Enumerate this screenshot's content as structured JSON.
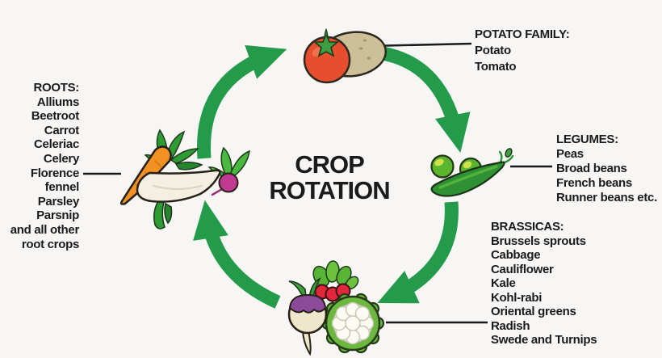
{
  "title": {
    "line1": "CROP",
    "line2": "ROTATION"
  },
  "groups": {
    "potato_family": {
      "header": "POTATO FAMILY:",
      "items": [
        "Potato",
        "Tomato"
      ]
    },
    "legumes": {
      "header": "LEGUMES:",
      "items": [
        "Peas",
        "Broad beans",
        "French beans",
        "Runner beans etc."
      ]
    },
    "brassicas": {
      "header": "BRASSICAS:",
      "items": [
        "Brussels sprouts",
        "Cabbage",
        "Cauliflower",
        "Kale",
        "Kohl-rabi",
        "Oriental greens",
        "Radish",
        "Swede and Turnips"
      ]
    },
    "roots": {
      "header": "ROOTS:",
      "items": [
        "Alliums",
        "Beetroot",
        "Carrot",
        "Celeriac",
        "Celery",
        "Florence",
        "fennel",
        "Parsley",
        "Parsnip",
        "and all other",
        "root crops"
      ]
    }
  },
  "illustrations": {
    "potato_family": [
      "tomato",
      "potato"
    ],
    "legumes": [
      "pea",
      "pea",
      "pea-pod"
    ],
    "brassicas": [
      "radishes",
      "turnip",
      "cauliflower"
    ],
    "roots": [
      "carrot",
      "parsnip",
      "beetroot"
    ]
  },
  "colors": {
    "arrow-green": "#239b4b",
    "text-color": "#1b1b1b",
    "bg": "#f7f6f4",
    "tomato-red": "#e64e2e",
    "potato-tan": "#cdbf98",
    "pea-green": "#5cb52e",
    "pod-green": "#2e9134",
    "turnip-purple": "#8d4a9b",
    "radish-red": "#e2263b",
    "cauliflower-green": "#6cb83e",
    "carrot-orange": "#f39222",
    "parsnip-cream": "#f3f0e2",
    "beetroot-magenta": "#bf3a90"
  }
}
